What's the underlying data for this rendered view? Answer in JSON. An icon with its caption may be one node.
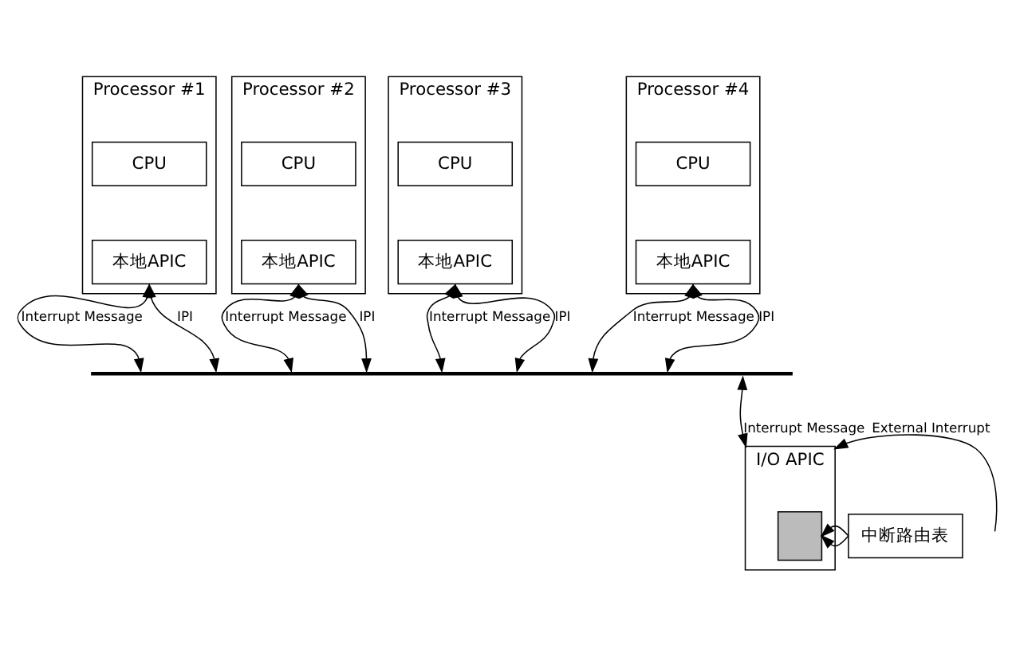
{
  "diagram": {
    "nodes": [
      {
        "text": [
          "Processor #1"
        ]
      },
      {
        "text": [
          "CPU"
        ],
        "in": 0
      },
      {
        "text": [
          "本地APIC"
        ],
        "in": 0
      },
      {
        "text": [
          "Processor #2"
        ]
      },
      {
        "text": [
          "CPU"
        ],
        "in": 3
      },
      {
        "text": [
          "本地APIC"
        ],
        "in": 3
      },
      {
        "text": [
          "Processor #3"
        ]
      },
      {
        "text": [
          "CPU"
        ],
        "in": 6
      },
      {
        "text": [
          "本地APIC"
        ],
        "in": 6
      },
      {
        "text": [
          "Processor #4"
        ]
      },
      {
        "text": [
          "CPU"
        ],
        "in": 9
      },
      {
        "text": [
          "本地APIC"
        ],
        "in": 9
      },
      {
        "text": [],
        "shape": "bar"
      },
      {
        "text": [
          "I/O APIC"
        ]
      },
      {
        "text": [],
        "shape": "box",
        "in": 13
      },
      {
        "text": [
          "中断路由表"
        ]
      }
    ],
    "edges": [
      {
        "from": 2,
        "to": 12,
        "arrow": "both",
        "label": "Interrupt Message"
      },
      {
        "from": 2,
        "to": 12,
        "arrow": "both",
        "label": "IPI"
      },
      {
        "from": 5,
        "to": 12,
        "arrow": "both",
        "label": "Interrupt Message"
      },
      {
        "from": 5,
        "to": 12,
        "arrow": "both",
        "label": "IPI"
      },
      {
        "from": 8,
        "to": 12,
        "arrow": "both",
        "label": "Interrupt Message"
      },
      {
        "from": 8,
        "to": 12,
        "arrow": "both",
        "label": "IPI"
      },
      {
        "from": 11,
        "to": 12,
        "arrow": "both",
        "label": "Interrupt Message"
      },
      {
        "from": 11,
        "to": 12,
        "arrow": "both",
        "label": "IPI"
      },
      {
        "from": 12,
        "to": 13,
        "arrow": "both",
        "label": "Interrupt Message"
      },
      {
        "from": null,
        "to": 13,
        "arrow": "to",
        "label": "External Interrupt"
      },
      {
        "from": 15,
        "to": 14,
        "arrow": "to"
      },
      {
        "from": 15,
        "to": 14,
        "arrow": "to"
      }
    ]
  }
}
